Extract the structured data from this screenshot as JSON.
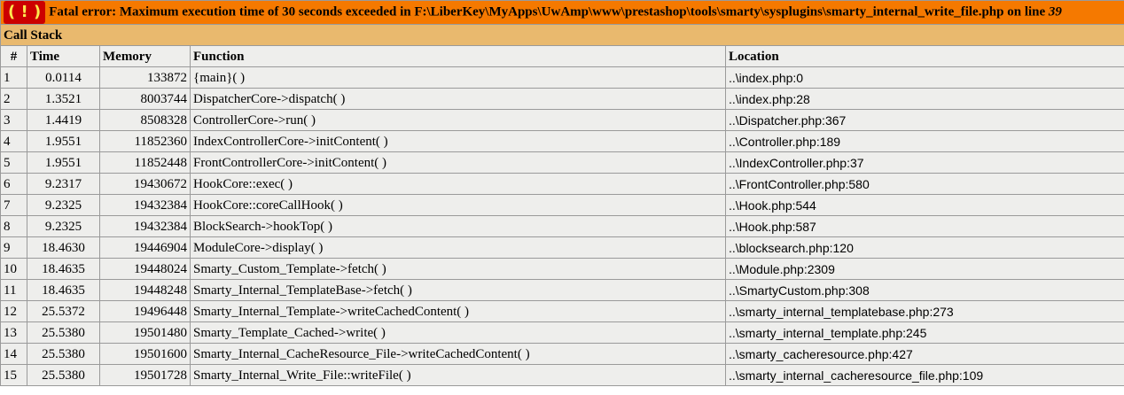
{
  "error": {
    "badge": "( ! )",
    "message": "Fatal error: Maximum execution time of 30 seconds exceeded in F:\\LiberKey\\MyApps\\UwAmp\\www\\prestashop\\tools\\smarty\\sysplugins\\smarty_internal_write_file.php on line ",
    "line": "39"
  },
  "call_stack": {
    "title": "Call Stack",
    "headers": {
      "num": "#",
      "time": "Time",
      "memory": "Memory",
      "function": "Function",
      "location": "Location"
    },
    "rows": [
      {
        "num": "1",
        "time": "0.0114",
        "memory": "133872",
        "function": "{main}( )",
        "location": "..\\index.php:0"
      },
      {
        "num": "2",
        "time": "1.3521",
        "memory": "8003744",
        "function": "DispatcherCore->dispatch( )",
        "location": "..\\index.php:28"
      },
      {
        "num": "3",
        "time": "1.4419",
        "memory": "8508328",
        "function": "ControllerCore->run( )",
        "location": "..\\Dispatcher.php:367"
      },
      {
        "num": "4",
        "time": "1.9551",
        "memory": "11852360",
        "function": "IndexControllerCore->initContent( )",
        "location": "..\\Controller.php:189"
      },
      {
        "num": "5",
        "time": "1.9551",
        "memory": "11852448",
        "function": "FrontControllerCore->initContent( )",
        "location": "..\\IndexController.php:37"
      },
      {
        "num": "6",
        "time": "9.2317",
        "memory": "19430672",
        "function": "HookCore::exec( )",
        "location": "..\\FrontController.php:580"
      },
      {
        "num": "7",
        "time": "9.2325",
        "memory": "19432384",
        "function": "HookCore::coreCallHook( )",
        "location": "..\\Hook.php:544"
      },
      {
        "num": "8",
        "time": "9.2325",
        "memory": "19432384",
        "function": "BlockSearch->hookTop( )",
        "location": "..\\Hook.php:587"
      },
      {
        "num": "9",
        "time": "18.4630",
        "memory": "19446904",
        "function": "ModuleCore->display( )",
        "location": "..\\blocksearch.php:120"
      },
      {
        "num": "10",
        "time": "18.4635",
        "memory": "19448024",
        "function": "Smarty_Custom_Template->fetch( )",
        "location": "..\\Module.php:2309"
      },
      {
        "num": "11",
        "time": "18.4635",
        "memory": "19448248",
        "function": "Smarty_Internal_TemplateBase->fetch( )",
        "location": "..\\SmartyCustom.php:308"
      },
      {
        "num": "12",
        "time": "25.5372",
        "memory": "19496448",
        "function": "Smarty_Internal_Template->writeCachedContent( )",
        "location": "..\\smarty_internal_templatebase.php:273"
      },
      {
        "num": "13",
        "time": "25.5380",
        "memory": "19501480",
        "function": "Smarty_Template_Cached->write( )",
        "location": "..\\smarty_internal_template.php:245"
      },
      {
        "num": "14",
        "time": "25.5380",
        "memory": "19501600",
        "function": "Smarty_Internal_CacheResource_File->writeCachedContent( )",
        "location": "..\\smarty_cacheresource.php:427"
      },
      {
        "num": "15",
        "time": "25.5380",
        "memory": "19501728",
        "function": "Smarty_Internal_Write_File::writeFile( )",
        "location": "..\\smarty_internal_cacheresource_file.php:109"
      }
    ]
  }
}
